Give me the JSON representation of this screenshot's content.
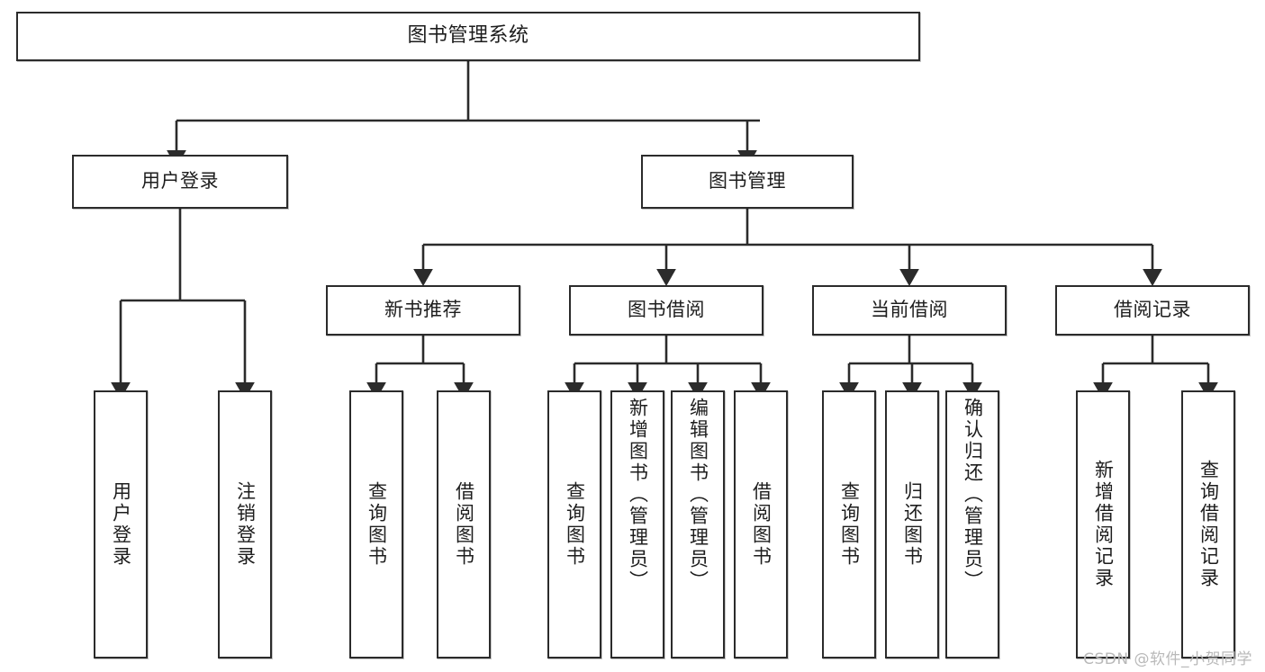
{
  "diagram": {
    "title": "图书管理系统",
    "type": "tree-hierarchy-chart",
    "watermark": "CSDN @软件_小贺同学",
    "colors": {
      "background": "#ffffff",
      "stroke": "#2b2b2b",
      "text": "#1d1d1d",
      "watermark": "#b9b9b9"
    },
    "root": {
      "label": "图书管理系统"
    },
    "level2": [
      {
        "label": "用户登录"
      },
      {
        "label": "图书管理"
      }
    ],
    "level3": [
      {
        "label": "新书推荐"
      },
      {
        "label": "图书借阅"
      },
      {
        "label": "当前借阅"
      },
      {
        "label": "借阅记录"
      }
    ],
    "leaves": {
      "user_login": [
        {
          "label": "用户登录"
        },
        {
          "label": "注销登录"
        }
      ],
      "new_book_recommend": [
        {
          "label": "查询图书"
        },
        {
          "label": "借阅图书"
        }
      ],
      "book_borrow": [
        {
          "label": "查询图书"
        },
        {
          "label": "新增图书（管理员）"
        },
        {
          "label": "编辑图书（管理员）"
        },
        {
          "label": "借阅图书"
        }
      ],
      "current_borrow": [
        {
          "label": "查询图书"
        },
        {
          "label": "归还图书"
        },
        {
          "label": "确认归还（管理员）"
        }
      ],
      "borrow_record": [
        {
          "label": "新增借阅记录"
        },
        {
          "label": "查询借阅记录"
        }
      ]
    }
  }
}
